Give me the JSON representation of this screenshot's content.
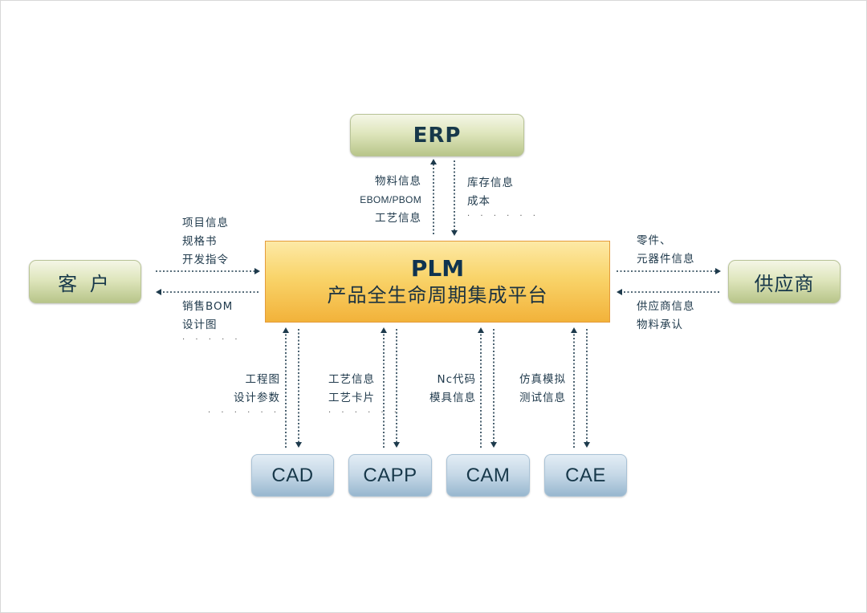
{
  "diagram": {
    "center": {
      "title": "PLM",
      "subtitle": "产品全生命周期集成平台"
    },
    "nodes": {
      "erp": "ERP",
      "customer": "客 户",
      "supplier": "供应商",
      "cad": "CAD",
      "capp": "CAPP",
      "cam": "CAM",
      "cae": "CAE"
    },
    "flows": {
      "plm_to_erp": [
        "物料信息",
        "EBOM/PBOM",
        "工艺信息"
      ],
      "erp_to_plm": [
        "库存信息",
        "成本",
        "· · · · · ·"
      ],
      "customer_to_plm": [
        "项目信息",
        "规格书",
        "开发指令"
      ],
      "plm_to_customer": [
        "销售BOM",
        "设计图",
        "· · · · ·"
      ],
      "plm_to_supplier": [
        "零件、",
        "元器件信息"
      ],
      "supplier_to_plm": [
        "供应商信息",
        "物料承认"
      ],
      "cad": [
        "工程图",
        "设计参数",
        "· · · · · ·"
      ],
      "capp": [
        "工艺信息",
        "工艺卡片",
        "· · · · · ·"
      ],
      "cam": [
        "Nc代码",
        "模具信息"
      ],
      "cae": [
        "仿真模拟",
        "测试信息"
      ]
    }
  }
}
